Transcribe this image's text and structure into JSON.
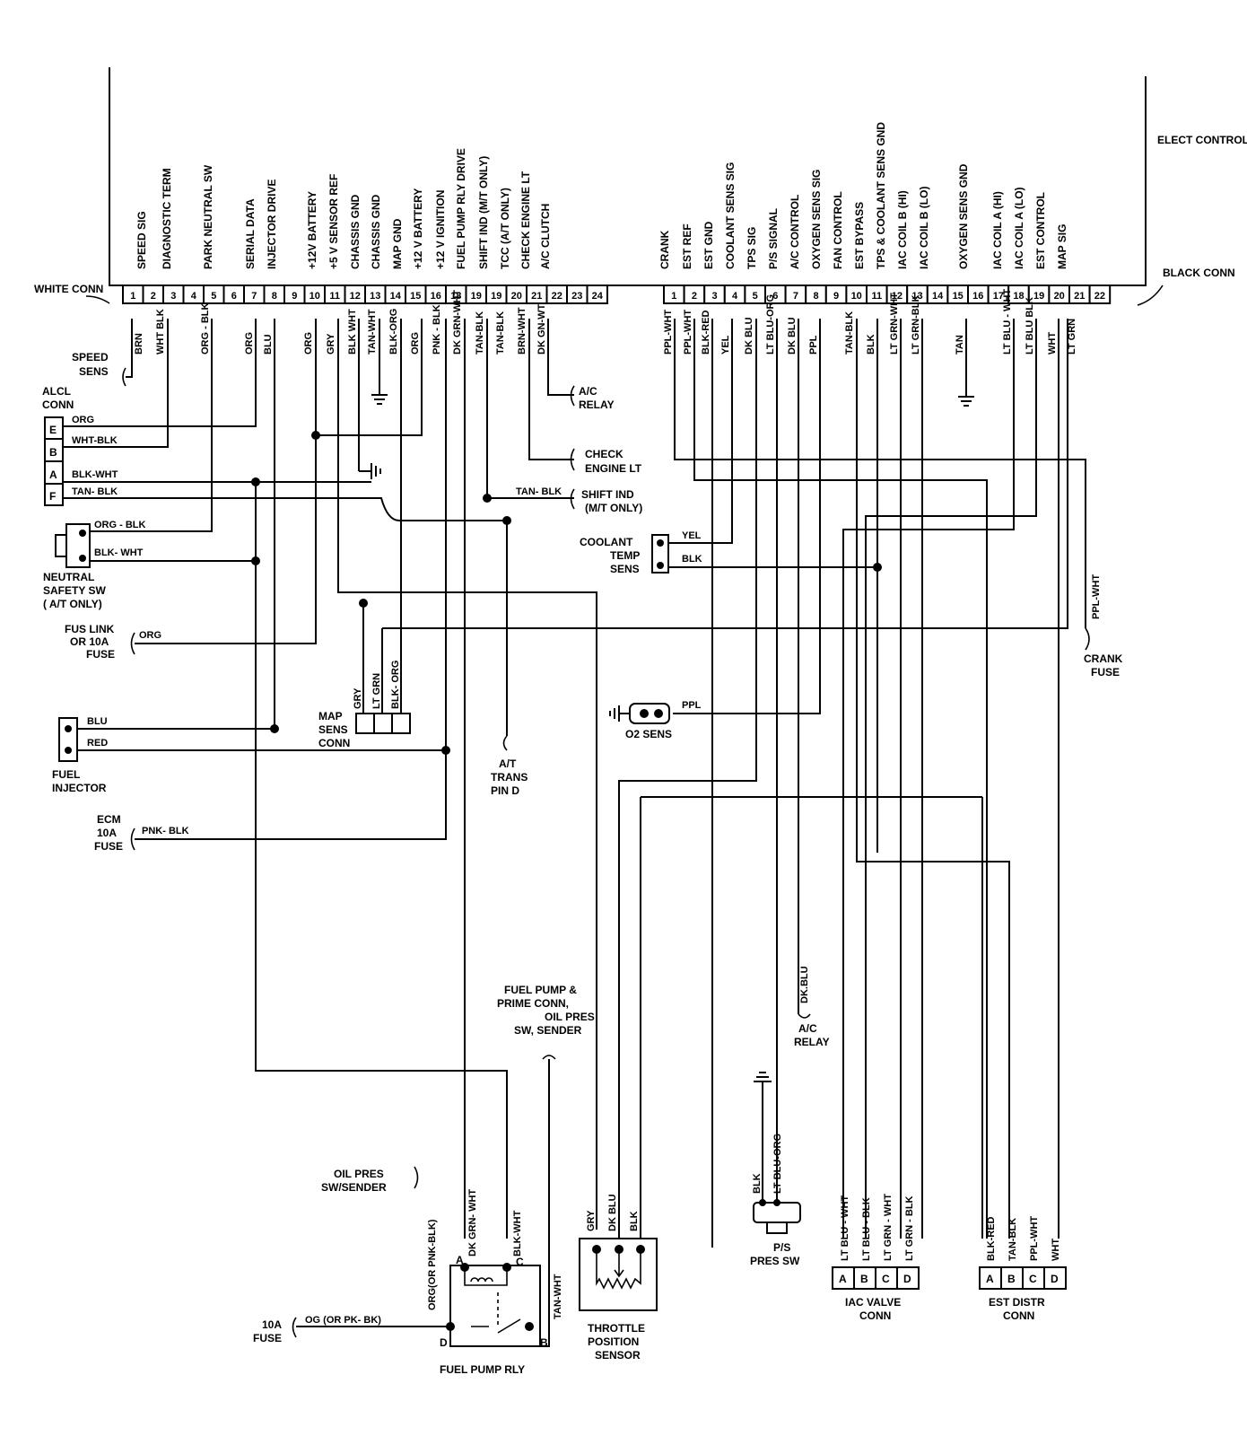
{
  "module": {
    "title": "ELECT CONTROL MODULE",
    "white_conn": "WHITE CONN",
    "black_conn": "BLACK CONN"
  },
  "white_pins": [
    "1",
    "2",
    "3",
    "4",
    "5",
    "6",
    "7",
    "8",
    "9",
    "10",
    "11",
    "12",
    "13",
    "14",
    "15",
    "16",
    "18",
    "19",
    "19",
    "20",
    "21",
    "22",
    "23",
    "24"
  ],
  "black_pins": [
    "1",
    "2",
    "3",
    "4",
    "5",
    "6",
    "7",
    "8",
    "9",
    "10",
    "11",
    "12",
    "13",
    "14",
    "15",
    "16",
    "17",
    "18",
    "19",
    "20",
    "21",
    "22"
  ],
  "white_functions": [
    "SPEED SIG",
    "DIAGNOSTIC TERM",
    "PARK NEUTRAL SW",
    "SERIAL DATA",
    "INJECTOR DRIVE",
    "+12V BATTERY",
    "+5 V SENSOR REF",
    "CHASSIS GND",
    "CHASSIS GND",
    "MAP GND",
    "+12 V BATTERY",
    "+12 V IGNITION",
    "FUEL PUMP RLY DRIVE",
    "SHIFT IND (M/T ONLY)",
    "TCC (A/T ONLY)",
    "CHECK ENGINE LT",
    "A/C CLUTCH"
  ],
  "black_functions": [
    "CRANK",
    "EST REF",
    "EST GND",
    "COOLANT SENS SIG",
    "TPS SIG",
    "P/S SIGNAL",
    "A/C CONTROL",
    "OXYGEN SENS SIG",
    "FAN CONTROL",
    "EST BYPASS",
    "TPS & COOLANT SENS GND",
    "IAC COIL B (HI)",
    "IAC COIL B (LO)",
    "OXYGEN SENS GND",
    "IAC COIL A (HI)",
    "IAC COIL A (LO)",
    "EST CONTROL",
    "MAP SIG"
  ],
  "white_wires": [
    "BRN",
    "WHT BLK",
    "ORG - BLK",
    "ORG",
    "BLU",
    "ORG",
    "GRY",
    "BLK WHT",
    "TAN-WHT",
    "BLK-ORG",
    "ORG",
    "PNK - BLK",
    "DK GRN-WHT",
    "TAN-BLK",
    "TAN-BLK",
    "BRN-WHT",
    "DK GN-WT"
  ],
  "black_wires": [
    "PPL-WHT",
    "PPL-WHT",
    "BLK-RED",
    "YEL",
    "DK BLU",
    "LT BLU-ORG",
    "DK BLU",
    "PPL",
    "TAN-BLK",
    "BLK",
    "LT GRN-WHT",
    "LT GRN-BLK",
    "TAN",
    "LT BLU - WHT",
    "LT BLU BLK",
    "WHT",
    "LT GRN"
  ],
  "labels": {
    "speed_sens": [
      "SPEED",
      "SENS"
    ],
    "alcl": [
      "ALCL",
      "CONN"
    ],
    "alcl_pins": [
      "E",
      "B",
      "A",
      "F"
    ],
    "alcl_wires": [
      "ORG",
      "WHT-BLK",
      "BLK-WHT",
      "TAN- BLK"
    ],
    "neutral_wires": [
      "ORG - BLK",
      "BLK- WHT"
    ],
    "neutral": [
      "NEUTRAL",
      "SAFETY SW",
      "( A/T ONLY)"
    ],
    "fus_link": [
      "FUS LINK",
      "OR 10A",
      "FUSE"
    ],
    "fus_wire": "ORG",
    "injector_wires": [
      "BLU",
      "RED"
    ],
    "injector": [
      "FUEL",
      "INJECTOR"
    ],
    "ecm_fuse": [
      "ECM",
      "10A",
      "FUSE"
    ],
    "ecm_wire": "PNK- BLK",
    "ac_relay_top": [
      "A/C",
      "RELAY"
    ],
    "check_engine": [
      "CHECK",
      "ENGINE LT"
    ],
    "shift_ind": [
      "SHIFT IND",
      "(M/T ONLY)"
    ],
    "shift_wire": "TAN- BLK",
    "coolant": [
      "COOLANT",
      "TEMP",
      "SENS"
    ],
    "coolant_wires": [
      "YEL",
      "BLK"
    ],
    "map_wires": [
      "GRY",
      "LT GRN",
      "BLK- ORG"
    ],
    "map": [
      "MAP",
      "SENS",
      "CONN"
    ],
    "o2_wire": "PPL",
    "o2": "O2 SENS",
    "at_trans": [
      "A/T",
      "TRANS",
      "PIN D"
    ],
    "crank_wire": "PPL-WHT",
    "crank": [
      "CRANK",
      "FUSE"
    ],
    "fuel_pump_conn": [
      "FUEL PUMP &",
      "PRIME CONN,",
      "OIL PRES",
      "SW, SENDER"
    ],
    "ac_relay_bottom_wire": "DK.BLU",
    "ac_relay_bottom": [
      "A/C",
      "RELAY"
    ],
    "oil_pres": [
      "OIL PRES",
      "SW/SENDER"
    ],
    "relay_wires": [
      "DK GRN- WHT",
      "BLK-WHT",
      "ORG(OR PNK-BLK)",
      "TAN-WHT"
    ],
    "relay_pins": [
      "A",
      "C",
      "D",
      "B"
    ],
    "fuse_10a": [
      "10A",
      "FUSE"
    ],
    "fuse_10a_wire": "OG (OR PK- BK)",
    "fuel_pump_rly": "FUEL PUMP RLY",
    "tps_wires": [
      "GRY",
      "DK BLU",
      "BLK"
    ],
    "tps": [
      "THROTTLE",
      "POSITION",
      "SENSOR"
    ],
    "ps_wires": [
      "BLK",
      "LT BLU-ORG"
    ],
    "ps": [
      "P/S",
      "PRES SW"
    ],
    "iac_wires": [
      "LT BLU - WHT",
      "LT BLU - BLK",
      "LT GRN - WHT",
      "LT GRN - BLK"
    ],
    "iac": [
      "IAC VALVE",
      "CONN"
    ],
    "est_wires": [
      "BLK-RED",
      "TAN-BLK",
      "PPL-WHT",
      "WHT"
    ],
    "est": [
      "EST DISTR",
      "CONN"
    ],
    "conn_pins": [
      "A",
      "B",
      "C",
      "D"
    ]
  }
}
